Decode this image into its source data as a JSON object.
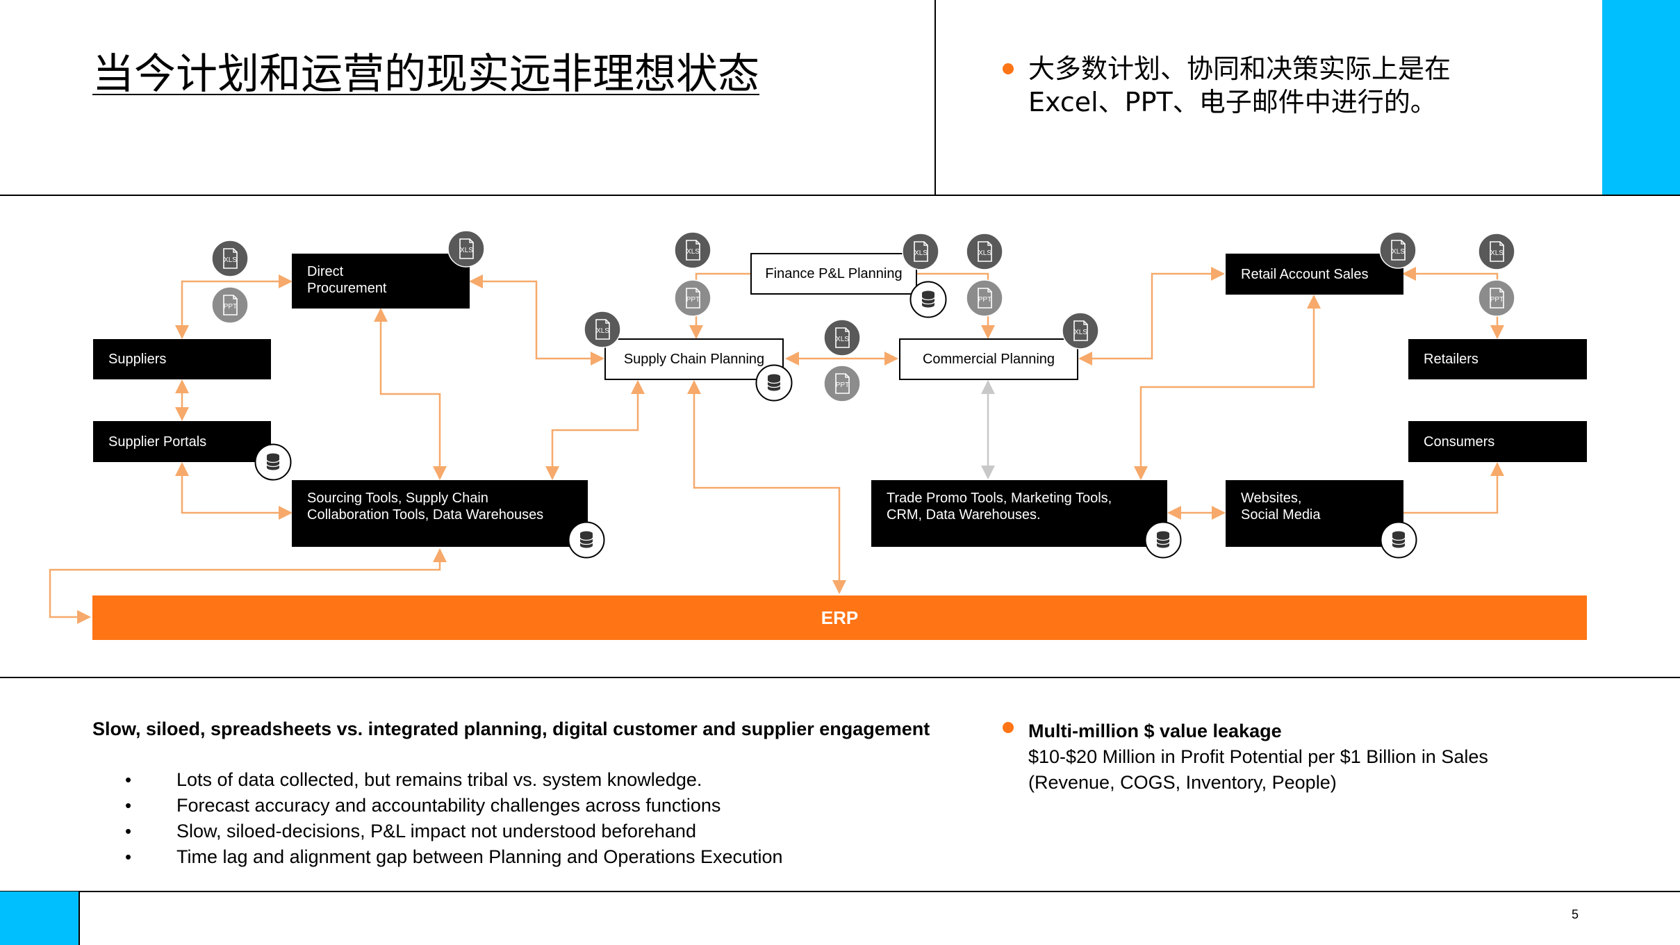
{
  "header": {
    "title": "当今计划和运营的现实远非理想状态",
    "bullet_line1": "大多数计划、协同和决策实际上是在",
    "bullet_line2": "Excel、PPT、电子邮件中进行的。"
  },
  "diagram": {
    "nodes": {
      "suppliers": "Suppliers",
      "supplier_portals": "Supplier Portals",
      "direct_procurement_1": "Direct",
      "direct_procurement_2": "Procurement",
      "sourcing_tools_1": "Sourcing Tools, Supply Chain",
      "sourcing_tools_2": "Collaboration Tools, Data Warehouses",
      "supply_chain_planning": "Supply Chain Planning",
      "finance_planning": "Finance P&L Planning",
      "commercial_planning": "Commercial Planning",
      "trade_promo_1": "Trade Promo Tools, Marketing Tools,",
      "trade_promo_2": "CRM, Data Warehouses.",
      "retail_account_sales": "Retail Account Sales",
      "websites_1": "Websites,",
      "websites_2": "Social Media",
      "retailers": "Retailers",
      "consumers": "Consumers",
      "erp": "ERP"
    },
    "icon_labels": {
      "xls": "XLS",
      "ppt": "PPT"
    },
    "colors": {
      "accent": "#FF7415",
      "arrow": "#F6A96A",
      "icon_dark": "#595959",
      "icon_light": "#8C8C8C",
      "cyan": "#00BFFF"
    }
  },
  "bottom": {
    "left_title": "Slow, siloed, spreadsheets vs. integrated planning, digital customer and supplier engagement",
    "bullets": [
      "Lots of data collected, but remains tribal vs. system knowledge.",
      "Forecast accuracy and accountability challenges across functions",
      "Slow, siloed-decisions, P&L impact not understood beforehand",
      "Time lag and alignment gap between Planning and Operations Execution"
    ],
    "right_title": "Multi-million $ value leakage",
    "right_line1": "$10-$20 Million in Profit Potential per $1 Billion in Sales",
    "right_line2": "(Revenue, COGS, Inventory, People)"
  },
  "footer": {
    "page_number": "5"
  }
}
